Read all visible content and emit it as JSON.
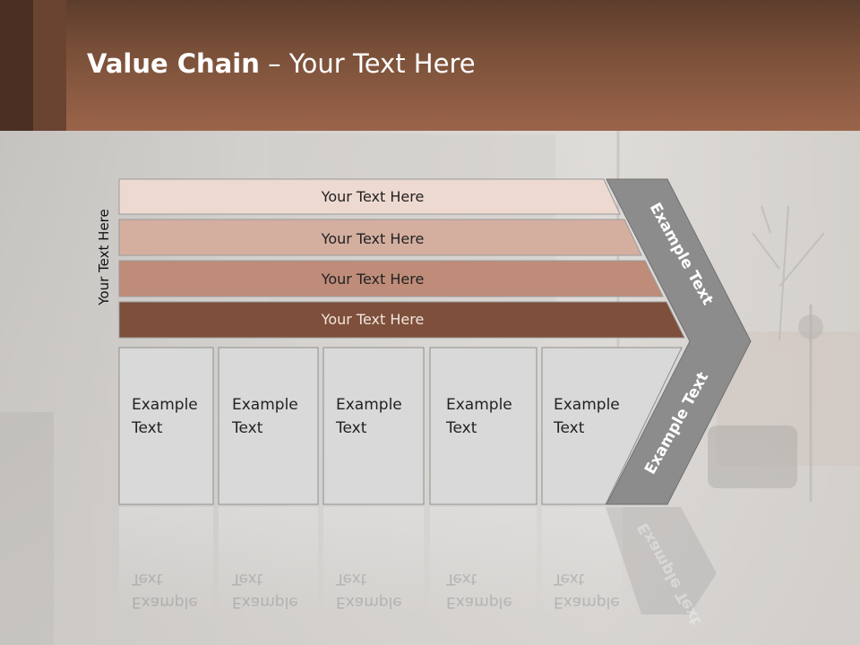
{
  "slide": {
    "title_bold": "Value Chain",
    "title_rest": " – Your Text Here",
    "side_label": "Your Text Here",
    "bars": [
      {
        "label": "Your Text Here",
        "fill": "#eed9d1",
        "text_color": "#222222"
      },
      {
        "label": "Your Text Here",
        "fill": "#d4afa0",
        "text_color": "#222222"
      },
      {
        "label": "Your Text Here",
        "fill": "#bf8c79",
        "text_color": "#222222"
      },
      {
        "label": "Your Text Here",
        "fill": "#7e4f3b",
        "text_color": "#f2e6df"
      }
    ],
    "boxes": [
      {
        "line1": "Example",
        "line2": "Text"
      },
      {
        "line1": "Example",
        "line2": "Text"
      },
      {
        "line1": "Example",
        "line2": "Text"
      },
      {
        "line1": "Example",
        "line2": "Text"
      },
      {
        "line1": "Example",
        "line2": "Text"
      }
    ],
    "arrow_upper_label": "Example Text",
    "arrow_lower_label": "Example Text",
    "colors": {
      "header": "#8a5a42",
      "arrow": "#8c8c8c",
      "box": "#d9d9d9"
    }
  }
}
